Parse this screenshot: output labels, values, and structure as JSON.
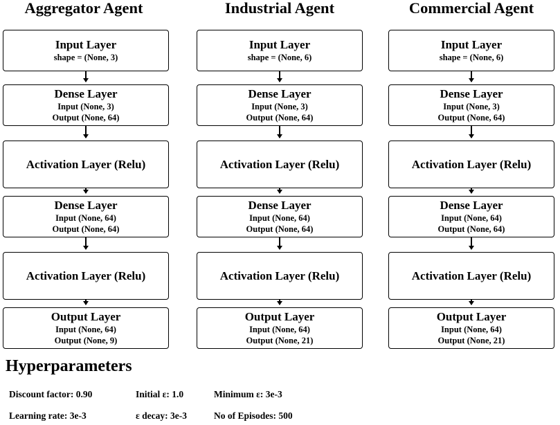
{
  "agents": [
    {
      "title": "Aggregator Agent",
      "layers": [
        {
          "name": "Input Layer",
          "details": [
            "shape = (None, 3)"
          ]
        },
        {
          "name": "Dense Layer",
          "details": [
            "Input (None, 3)",
            "Output (None, 64)"
          ]
        },
        {
          "name": "Activation Layer (Relu)",
          "details": []
        },
        {
          "name": "Dense Layer",
          "details": [
            "Input (None, 64)",
            "Output (None, 64)"
          ]
        },
        {
          "name": "Activation Layer (Relu)",
          "details": []
        },
        {
          "name": "Output Layer",
          "details": [
            "Input (None, 64)",
            "Output (None, 9)"
          ]
        }
      ]
    },
    {
      "title": "Industrial Agent",
      "layers": [
        {
          "name": "Input Layer",
          "details": [
            "shape = (None, 6)"
          ]
        },
        {
          "name": "Dense Layer",
          "details": [
            "Input (None, 3)",
            "Output (None, 64)"
          ]
        },
        {
          "name": "Activation Layer (Relu)",
          "details": []
        },
        {
          "name": "Dense Layer",
          "details": [
            "Input (None, 64)",
            "Output (None, 64)"
          ]
        },
        {
          "name": "Activation Layer (Relu)",
          "details": []
        },
        {
          "name": "Output Layer",
          "details": [
            "Input (None, 64)",
            "Output (None, 21)"
          ]
        }
      ]
    },
    {
      "title": "Commercial Agent",
      "layers": [
        {
          "name": "Input Layer",
          "details": [
            "shape = (None, 6)"
          ]
        },
        {
          "name": "Dense Layer",
          "details": [
            "Input (None, 3)",
            "Output (None, 64)"
          ]
        },
        {
          "name": "Activation Layer (Relu)",
          "details": []
        },
        {
          "name": "Dense Layer",
          "details": [
            "Input (None, 64)",
            "Output (None, 64)"
          ]
        },
        {
          "name": "Activation Layer (Relu)",
          "details": []
        },
        {
          "name": "Output Layer",
          "details": [
            "Input (None, 64)",
            "Output (None, 21)"
          ]
        }
      ]
    }
  ],
  "hyperparameters": {
    "title": "Hyperparameters",
    "items": [
      {
        "label": "Discount factor:",
        "value": "0.90"
      },
      {
        "label": "Initial ε:",
        "value": "1.0"
      },
      {
        "label": "Minimum ε:",
        "value": "3e-3"
      },
      {
        "label": "Learning rate:",
        "value": "3e-3"
      },
      {
        "label": "ε decay:",
        "value": "3e-3"
      },
      {
        "label": "No of Episodes:",
        "value": "500"
      }
    ]
  }
}
